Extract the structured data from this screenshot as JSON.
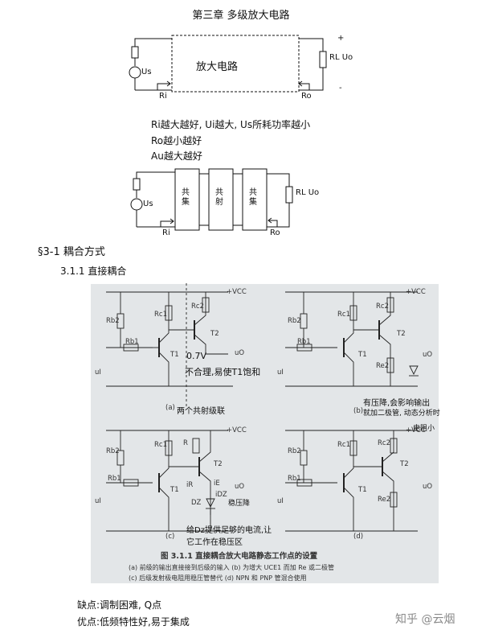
{
  "page": {
    "title": "第三章 多级放大电路",
    "watermark": "知乎 @云烟"
  },
  "top_diagram": {
    "block_label": "放大电路",
    "source_label": "Us",
    "load_label": "RL Uo",
    "ri_label": "Ri",
    "ro_label": "Ro",
    "plus": "+",
    "minus": "-"
  },
  "notes": {
    "line1": "Ri越大越好, Ui越大, Us所耗功率越小",
    "line2": "Ro越小越好",
    "line3": "Au越大越好"
  },
  "chain_diagram": {
    "blocks": [
      "共集",
      "共射",
      "共集"
    ],
    "source_label": "Us",
    "load_label": "RL Uo",
    "ri_label": "Ri",
    "ro_label": "Ro"
  },
  "section": {
    "heading": "§3-1 耦合方式",
    "subheading": "3.1.1 直接耦合"
  },
  "figure": {
    "vcc": "+VCC",
    "rb1": "Rb1",
    "rb2": "Rb2",
    "rc1": "Rc1",
    "rc2": "Rc2",
    "t1": "T1",
    "t2": "T2",
    "uo": "uO",
    "ui": "uI",
    "r": "R",
    "dz": "DZ",
    "ie": "iE",
    "idz": "iDZ",
    "ir": "iR",
    "re2": "Re2",
    "sub_a": "(a)",
    "sub_b": "(b)",
    "sub_c": "(c)",
    "sub_d": "(d)",
    "caption_title": "图 3.1.1   直接耦合放大电路静态工作点的设置",
    "caption_line1": "(a) 前级的输出直接接到后级的输入  (b) 为增大 UCE1 而加 Re 或二极管",
    "caption_line2": "(c) 后级发射极电阻用稳压管替代  (d) NPN 和 PNP 管混合使用"
  },
  "annotations": {
    "a_07v": "0.7V",
    "a_unreasonable": "不合理,易使T1饱和",
    "a_two_stage": "两个共射级联",
    "b_note1": "有压降,会影响输出",
    "b_note2": "就加二极管, 动态分析时",
    "b_note3": "电阻小",
    "c_regulator": "稳压降",
    "c_note1": "给Dz提供足够的电流,让",
    "c_note2": "它工作在稳压区"
  },
  "summary": {
    "cons": "缺点:调制困难, Q点",
    "pros": "优点:低频特性好,易于集成"
  }
}
